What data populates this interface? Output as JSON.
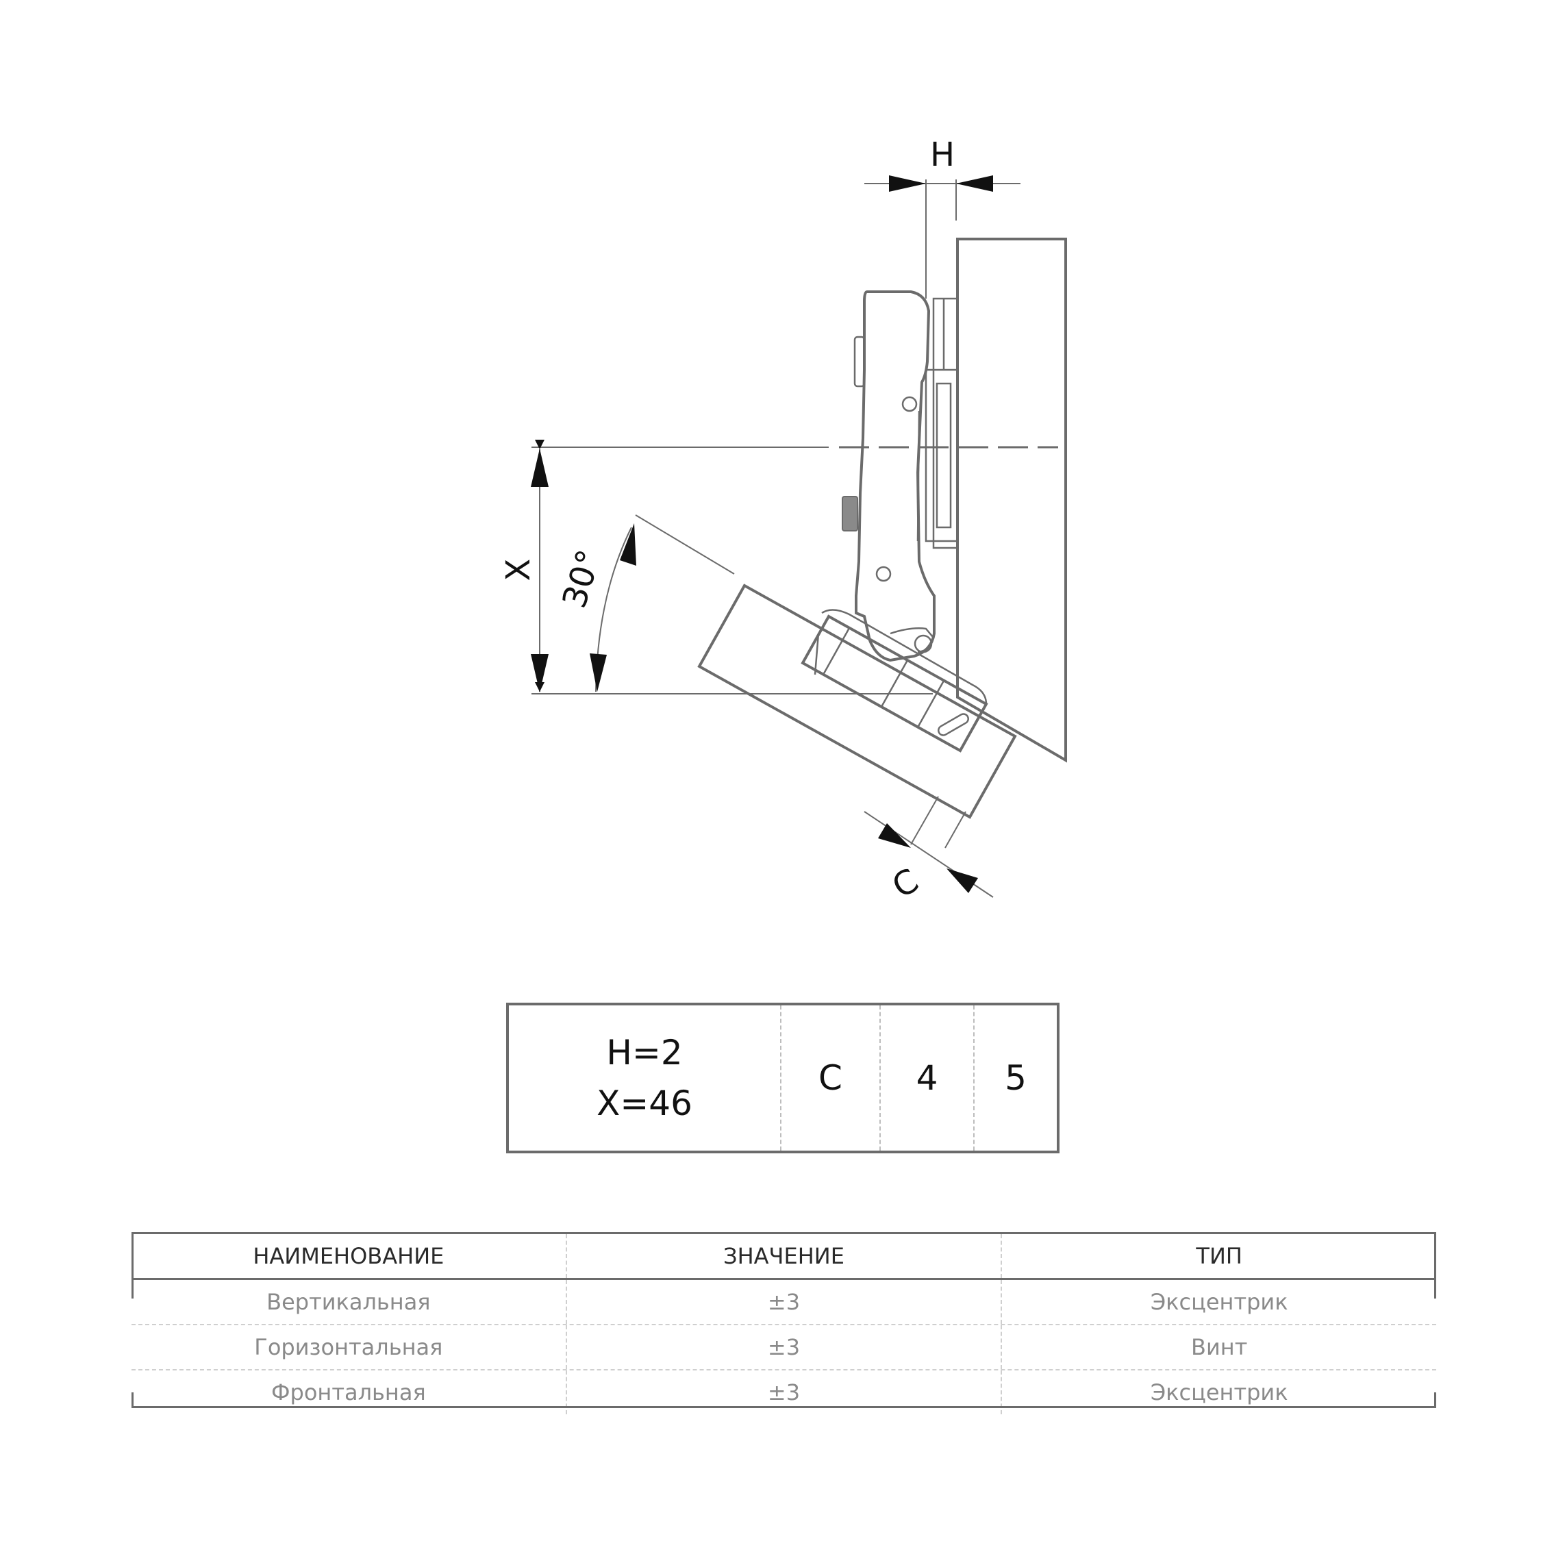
{
  "diagram": {
    "dim_h_label": "H",
    "dim_x_label": "X",
    "dim_c_label": "C",
    "angle_label": "30°"
  },
  "specs": {
    "h_value": "H=2",
    "x_value": "X=46",
    "col2": "C",
    "col3": "4",
    "col4": "5"
  },
  "adjustment_table": {
    "headers": [
      "НАИМЕНОВАНИЕ",
      "ЗНАЧЕНИЕ",
      "ТИП"
    ],
    "rows": [
      [
        "Вертикальная",
        "±3",
        "Эксцентрик"
      ],
      [
        "Горизонтальная",
        "±3",
        "Винт"
      ],
      [
        "Фронтальная",
        "±3",
        "Эксцентрик"
      ]
    ]
  }
}
